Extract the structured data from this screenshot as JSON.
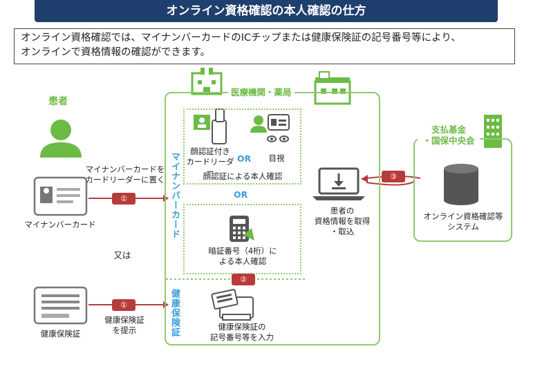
{
  "title": "オンライン資格確認の本人確認の仕方",
  "intro": {
    "line1": "オンライン資格確認では、マイナンバーカードのICチップまたは健康保険証の記号番号等により、",
    "line2": "オンラインで資格情報の確認ができます。"
  },
  "patient": {
    "heading": "患者",
    "mynumber_instruction_line1": "マイナンバーカードを",
    "mynumber_instruction_line2": "カードリーダーに置く",
    "mynumber_card_label": "マイナンバーカード",
    "or_text": "又は",
    "insurance_card_label": "健康保険証",
    "insurance_present_line1": "健康保険証",
    "insurance_present_line2": "を提示"
  },
  "facility": {
    "heading": "医療機関・薬局",
    "mynumber_section": "マイナンバーカード",
    "insurance_section": "健康保険証",
    "face_reader_line1": "顔認証付き",
    "face_reader_line2": "カードリーダー",
    "or_small": "OR",
    "visual_check": "目視",
    "face_auth_caption": "顔認証による本人確認",
    "or_center": "OR",
    "pin_line1": "暗証番号（4桁）に",
    "pin_line2": "よる本人確認",
    "insurance_input_line1": "健康保険証の",
    "insurance_input_line2": "記号番号等を入力",
    "acquire_line1": "患者の",
    "acquire_line2": "資格情報を取得",
    "acquire_line3": "・取込"
  },
  "fund": {
    "heading_line1": "支払基金",
    "heading_line2": "・国保中央会",
    "system_line1": "オンライン資格確認等",
    "system_line2": "システム"
  },
  "steps": {
    "step1": "①",
    "step2": "②",
    "step3": "③"
  },
  "colors": {
    "title_bg": "#1f3f6e",
    "green": "#8fc96f",
    "blue": "#3a9fd8",
    "red": "#b83b3b",
    "gray": "#666666"
  }
}
